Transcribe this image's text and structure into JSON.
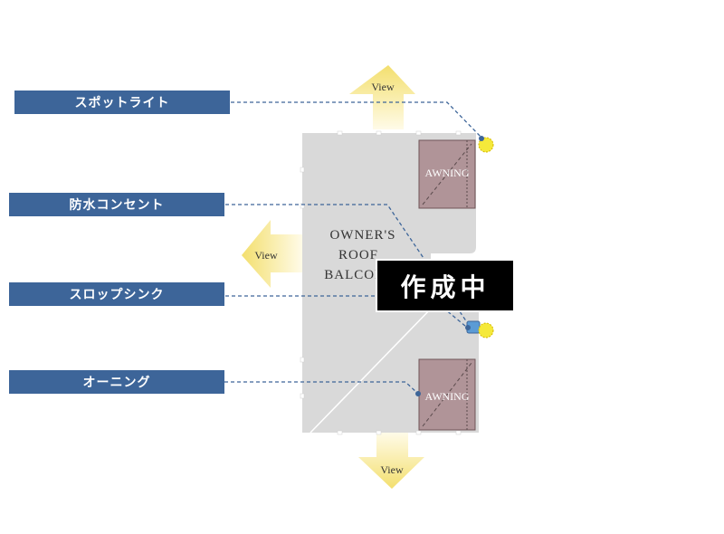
{
  "legend": [
    {
      "label": "スポットライト"
    },
    {
      "label": "防水コンセント"
    },
    {
      "label": "スロップシンク"
    },
    {
      "label": "オーニング"
    }
  ],
  "balcony": {
    "line1": "OWNER'S",
    "line2": "ROOF",
    "line3": "BALCONY",
    "awning_label": "AWNING"
  },
  "view_label": "View",
  "status_badge": "作成中",
  "colors": {
    "label_bg": "#3d6599",
    "floor": "#d9d9d9",
    "awning": "#b09498",
    "arrow": "#f5e58a",
    "spotlight": "#f5e93a",
    "connector": "#3d6599"
  }
}
